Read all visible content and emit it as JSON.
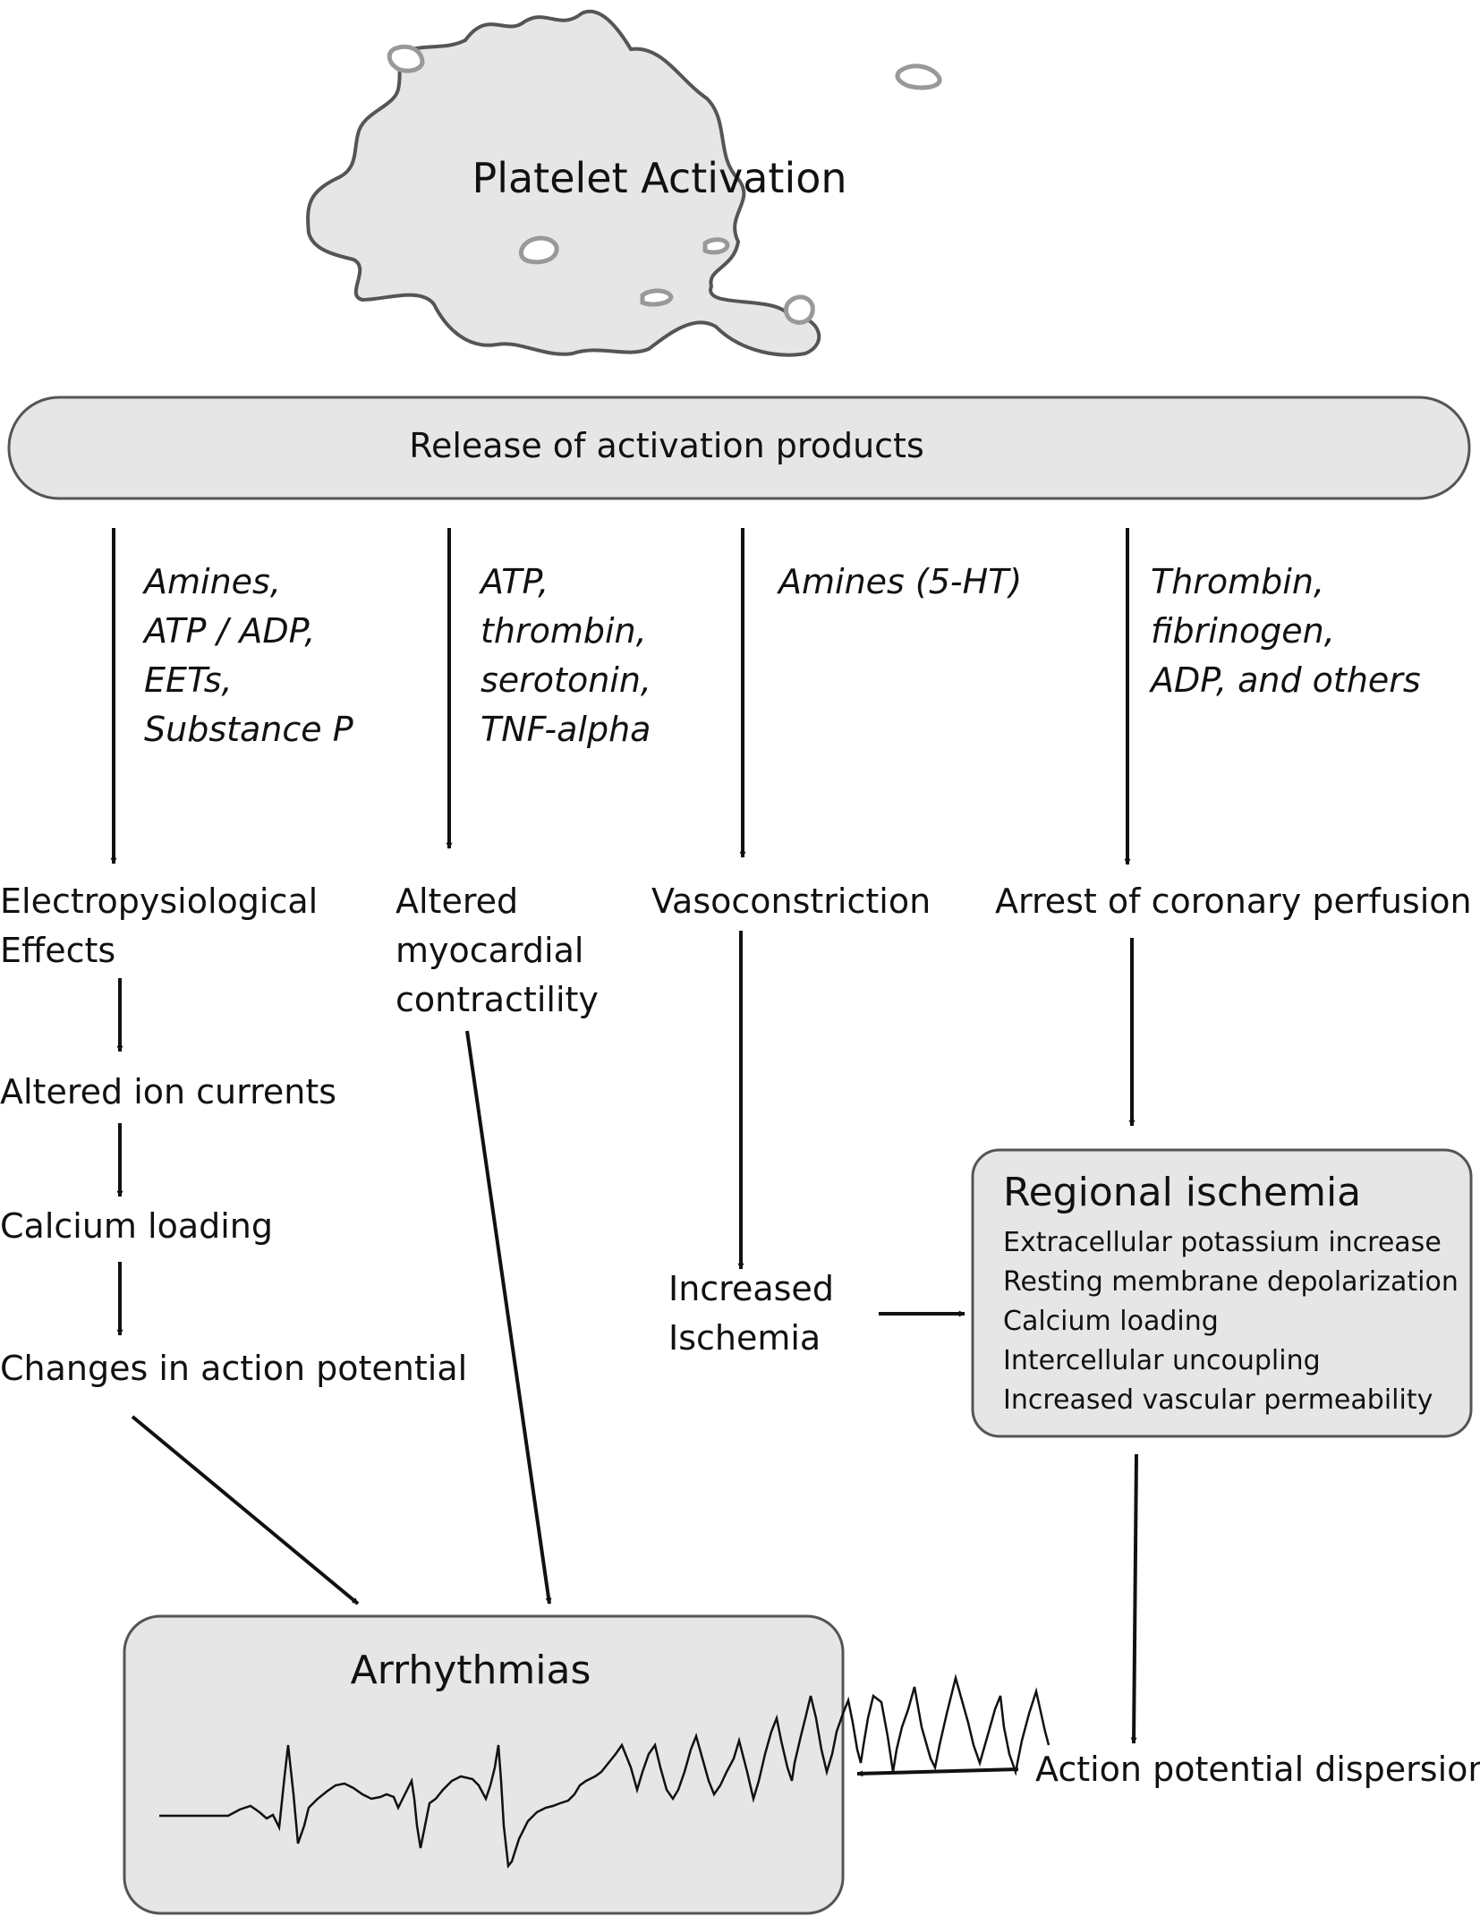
{
  "platelet": {
    "title": "Platelet Activation"
  },
  "release": {
    "label": "Release of activation products"
  },
  "pathways": [
    {
      "agents": [
        "Amines,",
        "ATP / ADP,",
        "EETs,",
        "Substance P"
      ]
    },
    {
      "agents": [
        "ATP,",
        "thrombin,",
        "serotonin,",
        "TNF-alpha"
      ]
    },
    {
      "agents": [
        "Amines (5-HT)"
      ]
    },
    {
      "agents": [
        "Thrombin,",
        "fibrinogen,",
        "ADP, and others"
      ]
    }
  ],
  "effects": {
    "electrophysiological": [
      "Electropysiological",
      "Effects"
    ],
    "contractility": [
      "Altered",
      "myocardial",
      "contractility"
    ],
    "vasoconstriction": "Vasoconstriction",
    "arrest": "Arrest of coronary perfusion"
  },
  "chain": {
    "ion_currents": "Altered ion currents",
    "calcium": "Calcium loading",
    "action_potential": "Changes in action potential"
  },
  "increased_ischemia": [
    "Increased",
    "Ischemia"
  ],
  "regional_ischemia": {
    "title": "Regional ischemia",
    "items": [
      "Extracellular potassium increase",
      "Resting membrane depolarization",
      "Calcium loading",
      "Intercellular uncoupling",
      "Increased vascular permeability"
    ]
  },
  "dispersion": "Action potential dispersion",
  "arrhythmias": {
    "title": "Arrhythmias"
  },
  "colors": {
    "box_fill": "#e6e6e6",
    "outline": "#555555",
    "vesicle": "#999999",
    "arrow": "#111111"
  }
}
